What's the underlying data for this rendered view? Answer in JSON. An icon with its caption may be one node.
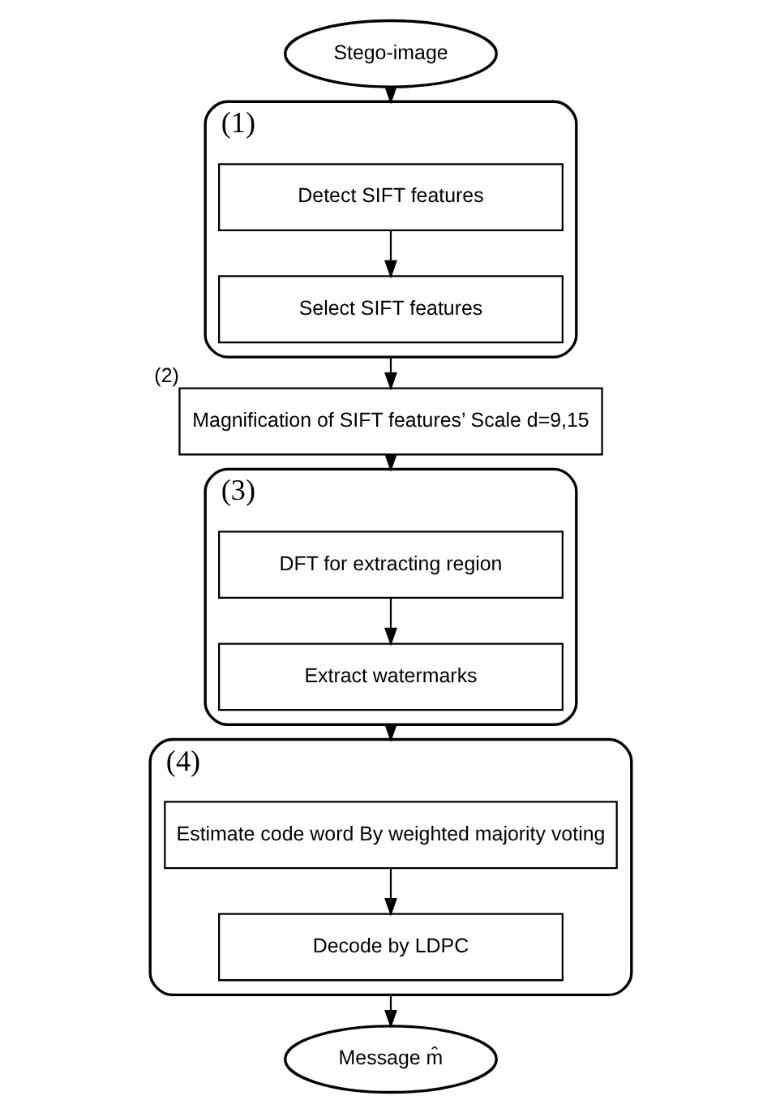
{
  "diagram": {
    "nodes": [
      {
        "text": [
          "Stego-image"
        ]
      },
      {
        "text": [
          "(1)"
        ]
      },
      {
        "text": [
          "Detect SIFT features"
        ],
        "in": 1
      },
      {
        "text": [
          "Select SIFT features"
        ],
        "in": 1
      },
      {
        "text": [
          "Magnification of SIFT features’ Scale d=9,15"
        ],
        "beside": [
          "(2)"
        ]
      },
      {
        "text": [
          "(3)"
        ]
      },
      {
        "text": [
          "DFT for extracting region"
        ],
        "in": 5
      },
      {
        "text": [
          "Extract watermarks"
        ],
        "in": 5
      },
      {
        "text": [
          "(4)"
        ]
      },
      {
        "text": [
          "Estimate code word By weighted majority voting"
        ],
        "in": 8
      },
      {
        "text": [
          "Decode by LDPC"
        ],
        "in": 8
      },
      {
        "text": [
          "Message m̂"
        ]
      }
    ],
    "edges": [
      {
        "from": 0,
        "to": 1,
        "arrow": "to"
      },
      {
        "from": 2,
        "to": 3,
        "arrow": "to"
      },
      {
        "from": 1,
        "to": 4,
        "arrow": "to"
      },
      {
        "from": 4,
        "to": 5,
        "arrow": "to"
      },
      {
        "from": 6,
        "to": 7,
        "arrow": "to"
      },
      {
        "from": 5,
        "to": 8,
        "arrow": "to"
      },
      {
        "from": 9,
        "to": 10,
        "arrow": "to"
      },
      {
        "from": 8,
        "to": 11,
        "arrow": "to"
      }
    ]
  }
}
